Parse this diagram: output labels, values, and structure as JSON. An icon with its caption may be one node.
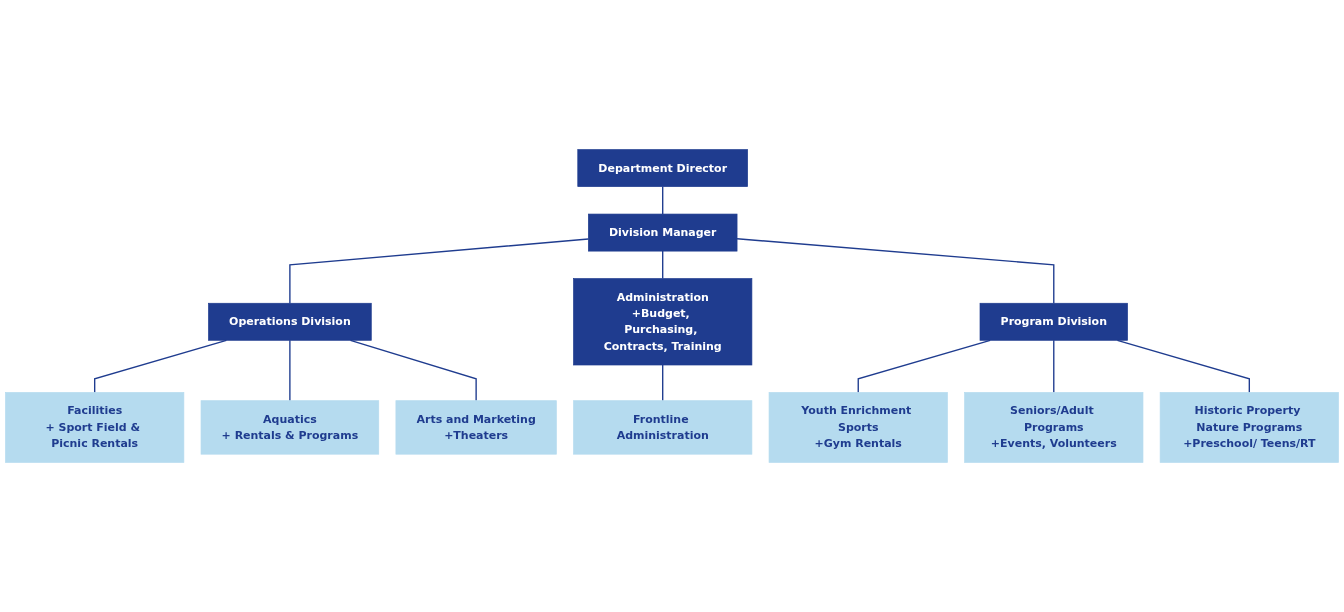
{
  "diagram": {
    "nodes": [
      {
        "text": [
          "Department Director"
        ]
      },
      {
        "text": [
          "Division Manager"
        ]
      },
      {
        "text": [
          "Operations Division"
        ]
      },
      {
        "text": [
          "Administration",
          "+Budget, Purchasing, Contracts, Training"
        ]
      },
      {
        "text": [
          "Program Division"
        ]
      },
      {
        "text": [
          "Frontline Administration"
        ]
      },
      {
        "text": [
          "Facilities",
          "+ Sport Field & Picnic Rentals"
        ]
      },
      {
        "text": [
          "Aquatics",
          "+ Rentals & Programs"
        ]
      },
      {
        "text": [
          "Arts and Marketing",
          "+Theaters"
        ]
      },
      {
        "text": [
          "Youth Enrichment Sports",
          "+Gym Rentals"
        ]
      },
      {
        "text": [
          "Seniors/Adult Programs",
          "+Events, Volunteers"
        ]
      },
      {
        "text": [
          "Historic Property Nature Programs",
          "+Preschool/ Teens/RT"
        ]
      }
    ],
    "edges": [
      {
        "from": 0,
        "to": 1,
        "arrow": "none"
      },
      {
        "from": 1,
        "to": 2,
        "arrow": "none"
      },
      {
        "from": 1,
        "to": 3,
        "arrow": "none"
      },
      {
        "from": 1,
        "to": 4,
        "arrow": "none"
      },
      {
        "from": 3,
        "to": 5,
        "arrow": "none"
      },
      {
        "from": 2,
        "to": 6,
        "arrow": "none"
      },
      {
        "from": 2,
        "to": 7,
        "arrow": "none"
      },
      {
        "from": 2,
        "to": 8,
        "arrow": "none"
      },
      {
        "from": 4,
        "to": 9,
        "arrow": "none"
      },
      {
        "from": 4,
        "to": 10,
        "arrow": "none"
      },
      {
        "from": 4,
        "to": 11,
        "arrow": "none"
      }
    ]
  }
}
